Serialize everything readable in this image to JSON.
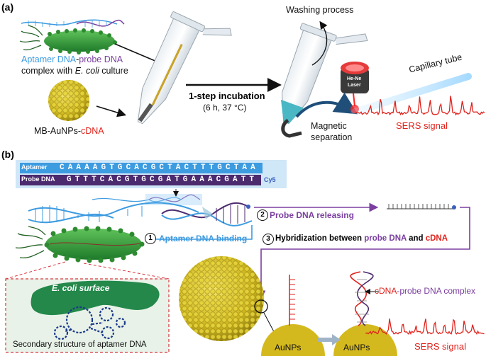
{
  "panel_a": {
    "label": "(a)",
    "aptamer_caption": {
      "p1": "Aptamer DNA",
      "p2": "-",
      "p3": "probe DNA",
      "line2a": "complex with ",
      "line2b": "E. coli",
      "line2c": " culture"
    },
    "mb_caption": {
      "p1": "MB-AuNPs-",
      "p2": "cDNA"
    },
    "step_title": "1-step incubation",
    "step_sub": "(6 h, 37 °C)",
    "washing": "Washing process",
    "magnetic": [
      "Magnetic",
      "separation"
    ],
    "laser": [
      "He-Ne",
      "Laser"
    ],
    "capillary": "Capillary tube",
    "sers": "SERS signal",
    "colors": {
      "aptamer": "#3d9be0",
      "probe": "#7b3fa0",
      "cdna": "#e0221c",
      "gold": "#d9c62a"
    }
  },
  "panel_b": {
    "label": "(b)",
    "aptamer_row_label": "Aptamer",
    "aptamer_seq": [
      "C",
      "A",
      "A",
      "A",
      "A",
      "G",
      "T",
      "G",
      "C",
      "A",
      "C",
      "G",
      "C",
      "T",
      "A",
      "C",
      "T",
      "T",
      "T",
      "G",
      "C",
      "T",
      "A",
      "A"
    ],
    "probe_row_label": "Probe DNA",
    "probe_seq": [
      "G",
      "T",
      "T",
      "T",
      "C",
      "A",
      "C",
      "G",
      "T",
      "G",
      "C",
      "G",
      "A",
      "T",
      "G",
      "A",
      "A",
      "A",
      "C",
      "G",
      "A",
      "T",
      "T"
    ],
    "cy5": "Cy5",
    "step1_num": "1",
    "step1": "Aptamer DNA binding",
    "step2_num": "2",
    "step2": "Probe DNA releasing",
    "step3_num": "3",
    "step3": {
      "a": "Hybridization between ",
      "b": "probe DNA",
      "c": " and ",
      "d": "cDNA"
    },
    "ecoli_surface": "E. coli surface",
    "secondary": "Secondary structure of aptamer DNA",
    "aunps_1": "AuNPs",
    "aunps_2": "AuNPs",
    "complex": {
      "a": "cDNA",
      "b": "-probe DNA complex"
    },
    "sers": "SERS signal"
  }
}
